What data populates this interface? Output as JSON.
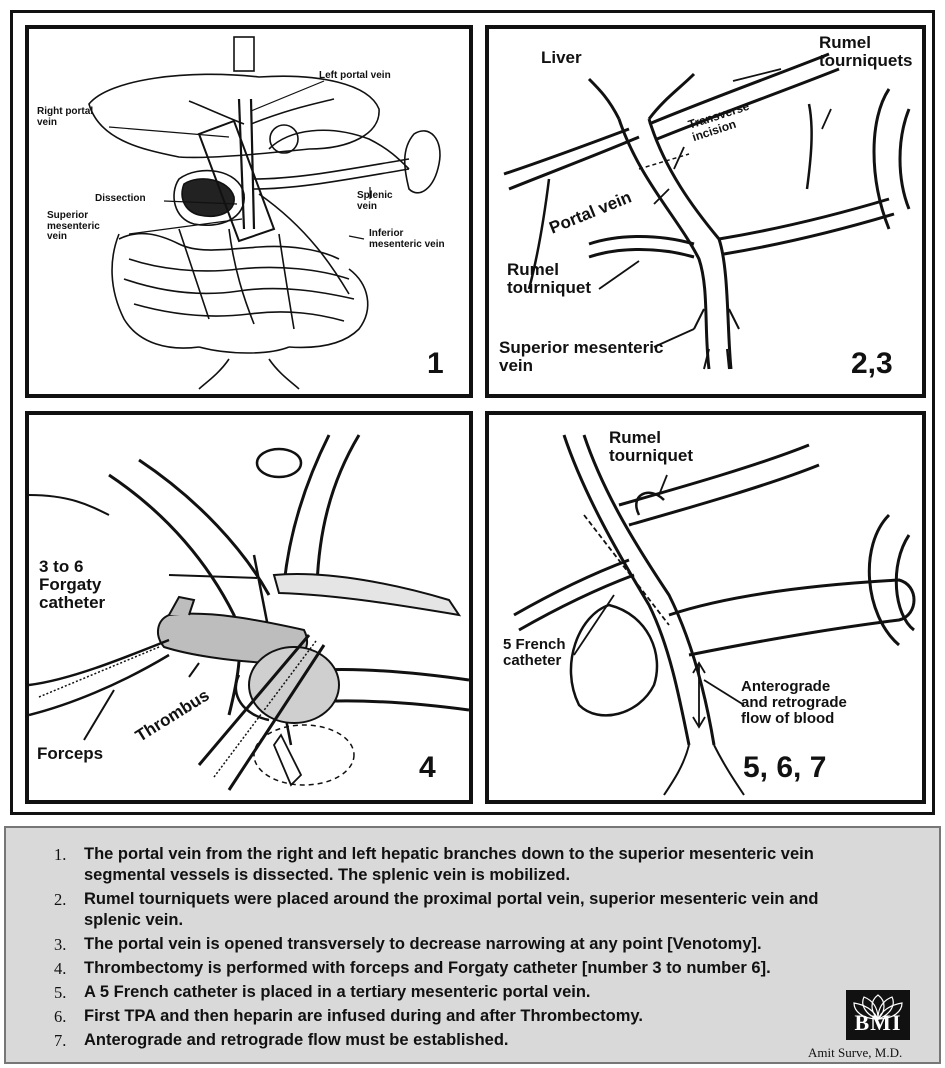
{
  "panel1": {
    "labels": {
      "left_portal_vein": "Left portal vein",
      "right_portal_vein": "Right portal\nvein",
      "dissection": "Dissection",
      "superior_mesenteric_vein": "Superior\nmesenteric\nvein",
      "splenic_vein": "Splenic\nvein",
      "inferior_mesenteric_vein": "Inferior\nmesenteric vein"
    },
    "number": "1"
  },
  "panel2": {
    "labels": {
      "liver": "Liver",
      "rumel_tourniquets": "Rumel\ntourniquets",
      "transverse_incision": "Transverse\nincision",
      "portal_vein": "Portal vein",
      "rumel_tourniquet": "Rumel\ntourniquet",
      "superior_mesenteric_vein": "Superior mesenteric\nvein"
    },
    "number": "2,3"
  },
  "panel3": {
    "labels": {
      "forgaty_catheter": "3 to 6\nForgaty\ncatheter",
      "thrombus": "Thrombus",
      "forceps": "Forceps"
    },
    "number": "4"
  },
  "panel4": {
    "labels": {
      "rumel_tourniquet": "Rumel\ntourniquet",
      "french_catheter": "5 French\ncatheter",
      "flow": "Anterograde\nand retrograde\nflow of blood"
    },
    "number": "5, 6, 7"
  },
  "steps": [
    {
      "num": "1.",
      "text": "The portal vein from the right and left hepatic branches down to the superior mesenteric vein segmental vessels is dissected. The splenic vein is mobilized."
    },
    {
      "num": "2.",
      "text": "Rumel tourniquets were placed around the proximal portal vein, superior mesenteric vein and splenic vein."
    },
    {
      "num": "3.",
      "text": "The portal vein is opened transversely to decrease narrowing at any point [Venotomy]."
    },
    {
      "num": "4.",
      "text": "Thrombectomy is performed with forceps and Forgaty catheter [number 3 to number 6]."
    },
    {
      "num": "5.",
      "text": "A 5 French catheter is placed in a tertiary mesenteric portal vein."
    },
    {
      "num": "6.",
      "text": "First TPA and then heparin are infused during and after Thrombectomy."
    },
    {
      "num": "7.",
      "text": "Anterograde and retrograde flow must be established."
    }
  ],
  "logo": {
    "text": "BMI",
    "icon": "lotus-mandala-icon"
  },
  "signature": "Amit Surve, M.D."
}
